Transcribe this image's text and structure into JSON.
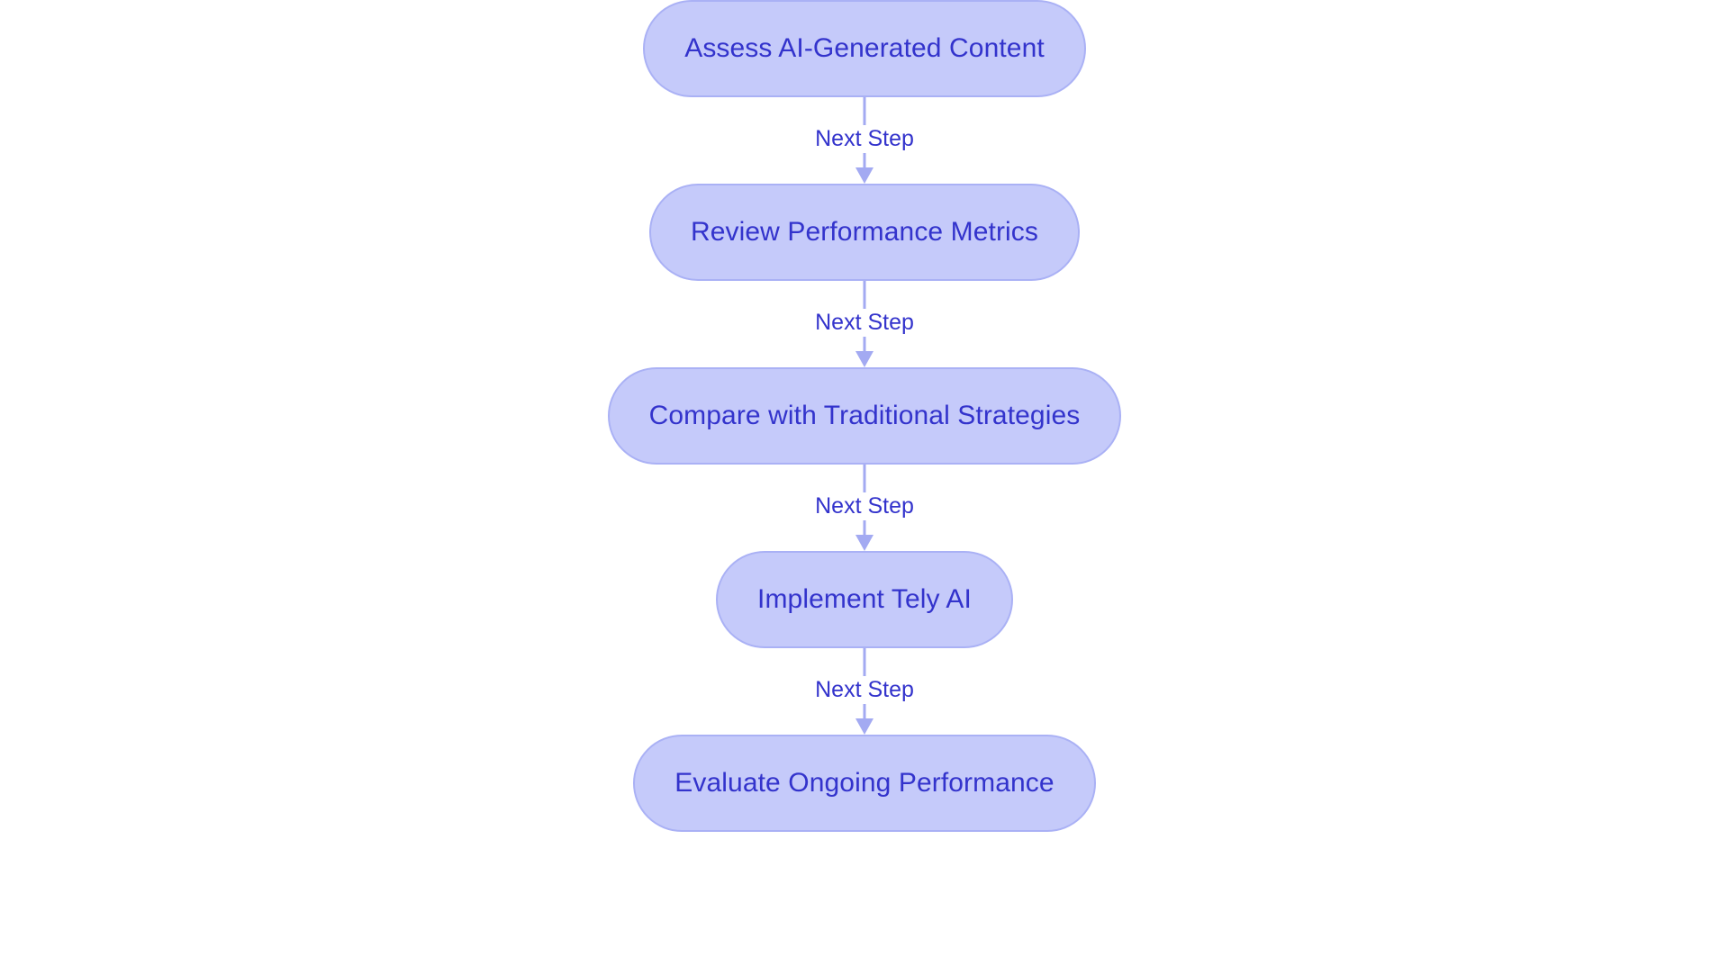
{
  "diagram": {
    "type": "flowchart",
    "orientation": "vertical-top-to-bottom",
    "background_color": "#ffffff",
    "node_fill_color": "#c5cafa",
    "node_border_color": "#aab1f5",
    "node_text_color": "#3333cc",
    "connector_color": "#a3aaf2",
    "connector_label_color": "#3333cc",
    "nodes": [
      {
        "id": "node-1",
        "label": "Assess AI-Generated Content",
        "shape": "pill"
      },
      {
        "id": "node-2",
        "label": "Review Performance Metrics",
        "shape": "pill"
      },
      {
        "id": "node-3",
        "label": "Compare with Traditional Strategies",
        "shape": "pill"
      },
      {
        "id": "node-4",
        "label": "Implement Tely AI",
        "shape": "pill"
      },
      {
        "id": "node-5",
        "label": "Evaluate Ongoing Performance",
        "shape": "pill"
      }
    ],
    "edges": [
      {
        "id": "edge-1",
        "from": "node-1",
        "to": "node-2",
        "label": "Next Step",
        "arrow": "down"
      },
      {
        "id": "edge-2",
        "from": "node-2",
        "to": "node-3",
        "label": "Next Step",
        "arrow": "down"
      },
      {
        "id": "edge-3",
        "from": "node-3",
        "to": "node-4",
        "label": "Next Step",
        "arrow": "down"
      },
      {
        "id": "edge-4",
        "from": "node-4",
        "to": "node-5",
        "label": "Next Step",
        "arrow": "down"
      }
    ]
  }
}
